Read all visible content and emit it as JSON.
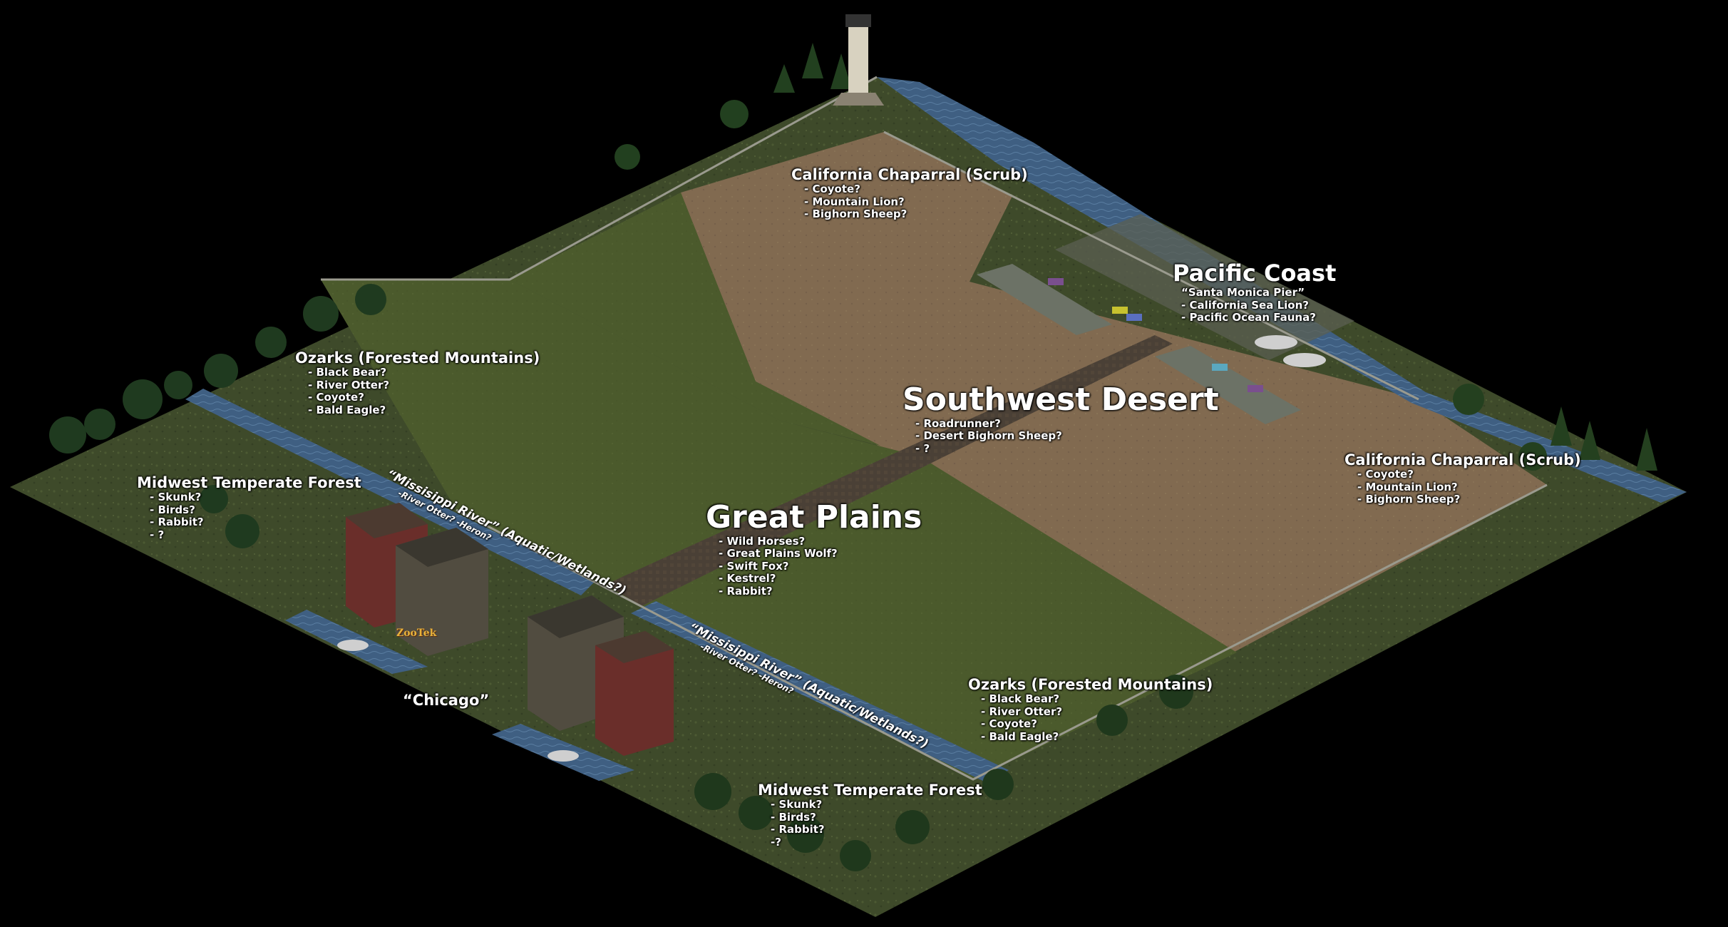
{
  "map": {
    "colors": {
      "background": "#000000",
      "grass": "#3e4a2a",
      "plains": "#4b5a2c",
      "desert": "#816a50",
      "water": "#3f5f82",
      "path": "#4a4036",
      "plaza": "#6c7266",
      "building_brick": "#6a2e2a",
      "building_concrete": "#514c40"
    }
  },
  "labels": {
    "chaparral_top": {
      "title": "California Chaparral (Scrub)",
      "items": [
        "- Coyote?",
        "- Mountain Lion?",
        "- Bighorn Sheep?"
      ]
    },
    "pacific": {
      "title": "Pacific Coast",
      "items": [
        "“Santa Monica Pier”",
        "- California Sea Lion?",
        "- Pacific Ocean Fauna?"
      ]
    },
    "ozarks_left": {
      "title": "Ozarks (Forested Mountains)",
      "items": [
        "- Black Bear?",
        "- River Otter?",
        "- Coyote?",
        "- Bald Eagle?"
      ]
    },
    "southwest": {
      "title": "Southwest Desert",
      "items": [
        "- Roadrunner?",
        "- Desert Bighorn Sheep?",
        "- ?"
      ]
    },
    "chaparral_right": {
      "title": "California Chaparral (Scrub)",
      "items": [
        "- Coyote?",
        "- Mountain Lion?",
        "- Bighorn Sheep?"
      ]
    },
    "midwest_left": {
      "title": "Midwest Temperate Forest",
      "items": [
        "- Skunk?",
        "- Birds?",
        "- Rabbit?",
        "- ?"
      ]
    },
    "great_plains": {
      "title": "Great Plains",
      "items": [
        "- Wild Horses?",
        "- Great Plains Wolf?",
        "- Swift Fox?",
        "- Kestrel?",
        "- Rabbit?"
      ]
    },
    "ozarks_bottom": {
      "title": "Ozarks (Forested Mountains)",
      "items": [
        "- Black Bear?",
        "- River Otter?",
        "- Coyote?",
        "- Bald Eagle?"
      ]
    },
    "chicago": {
      "title": "“Chicago”"
    },
    "midwest_bottom": {
      "title": "Midwest Temperate Forest",
      "items": [
        "- Skunk?",
        "- Birds?",
        "- Rabbit?",
        "-?"
      ]
    },
    "river_upper": {
      "title": "“Missisippi River” (Aquatic/Wetlands?)",
      "sub": "-River Otter? -Heron?"
    },
    "river_lower": {
      "title": "“Missisippi River” (Aquatic/Wetlands?)",
      "sub": "-River Otter? -Heron?"
    },
    "zoo_sign": "ZooTek"
  }
}
